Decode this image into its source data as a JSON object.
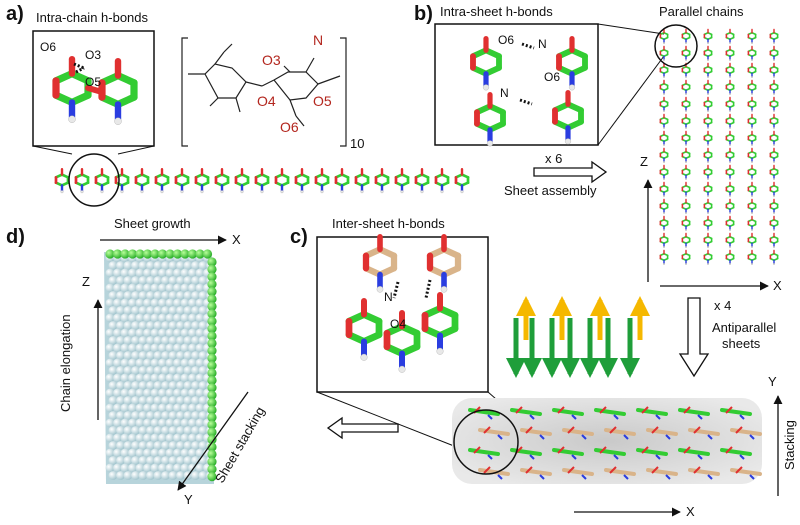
{
  "panels": {
    "a": {
      "label": "a)",
      "caption": "Intra-chain h-bonds",
      "atoms_inset": [
        "O6",
        "O3",
        "O5"
      ],
      "structure_labels": [
        "O3",
        "N",
        "O4",
        "O5",
        "O6"
      ],
      "repeat": "10"
    },
    "b": {
      "label": "b)",
      "caption": "Intra-sheet h-bonds",
      "atoms_inset": [
        "O6",
        "N",
        "O6",
        "N"
      ],
      "right_caption": "Parallel chains",
      "multiplier": "x 6",
      "process": "Sheet assembly",
      "axis_z": "Z",
      "axis_x": "X"
    },
    "c": {
      "label": "c)",
      "caption": "Inter-sheet h-bonds",
      "atoms_inset": [
        "N",
        "O4"
      ],
      "multiplier": "x 4",
      "process_line1": "Antiparallel",
      "process_line2": "sheets",
      "axis_y": "Y",
      "axis_x": "X",
      "axis_stacking": "Stacking"
    },
    "d": {
      "label": "d)",
      "sheet_growth": "Sheet growth",
      "axis_x": "X",
      "axis_z": "Z",
      "chain_elongation": "Chain elongation",
      "sheet_stacking": "Sheet stacking",
      "axis_y": "Y"
    }
  },
  "colors": {
    "carbon": "#33cc33",
    "oxygen": "#e03030",
    "nitrogen": "#2a3de0",
    "hydrogen": "#e8e8e8",
    "label_red": "#b3261e",
    "tan": "#d9b48a",
    "arrow_yellow": "#f5b800",
    "arrow_green": "#1f9e3a"
  }
}
